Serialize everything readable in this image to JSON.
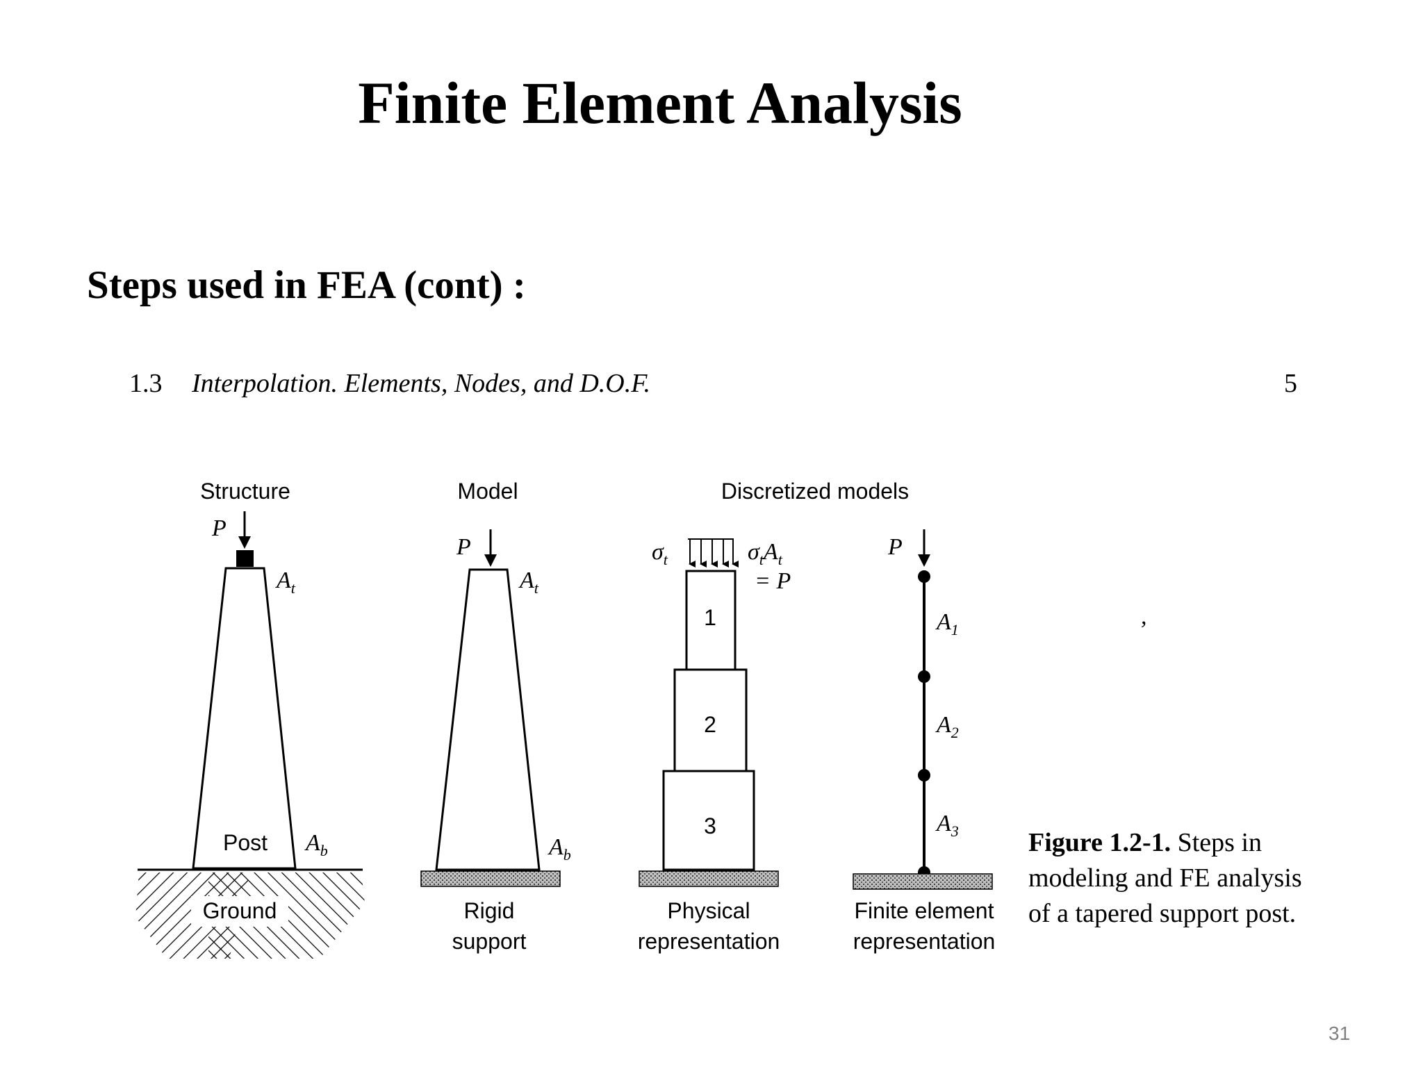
{
  "slide": {
    "title": "Finite Element Analysis",
    "subtitle": "Steps used in FEA (cont) :",
    "page_number": "31"
  },
  "book_header": {
    "section": "1.3",
    "heading": "Interpolation. Elements, Nodes, and D.O.F.",
    "page": "5"
  },
  "figure": {
    "group_labels": {
      "structure": "Structure",
      "model": "Model",
      "discretized": "Discretized models"
    },
    "structure": {
      "load": "P",
      "area_top": "A",
      "area_top_sub": "t",
      "area_bottom": "A",
      "area_bottom_sub": "b",
      "post": "Post",
      "ground": "Ground"
    },
    "model": {
      "load": "P",
      "area_top": "A",
      "area_top_sub": "t",
      "area_bottom": "A",
      "area_bottom_sub": "b",
      "support_line1": "Rigid",
      "support_line2": "support"
    },
    "physical": {
      "stress": "σ",
      "stress_sub": "t",
      "equation_line1": "σ",
      "equation_line1_sub1": "t",
      "equation_line1_a": "A",
      "equation_line1_sub2": "t",
      "equation_line2": "= P",
      "elements": [
        "1",
        "2",
        "3"
      ],
      "caption_line1": "Physical",
      "caption_line2": "representation"
    },
    "fe": {
      "load": "P",
      "areas": [
        {
          "label": "A",
          "sub": "1"
        },
        {
          "label": "A",
          "sub": "2"
        },
        {
          "label": "A",
          "sub": "3"
        }
      ],
      "caption_line1": "Finite element",
      "caption_line2": "representation"
    },
    "stray_mark": ",",
    "caption_bold": "Figure 1.2-1.",
    "caption_text": " Steps in modeling and FE analysis of a tapered support post."
  }
}
